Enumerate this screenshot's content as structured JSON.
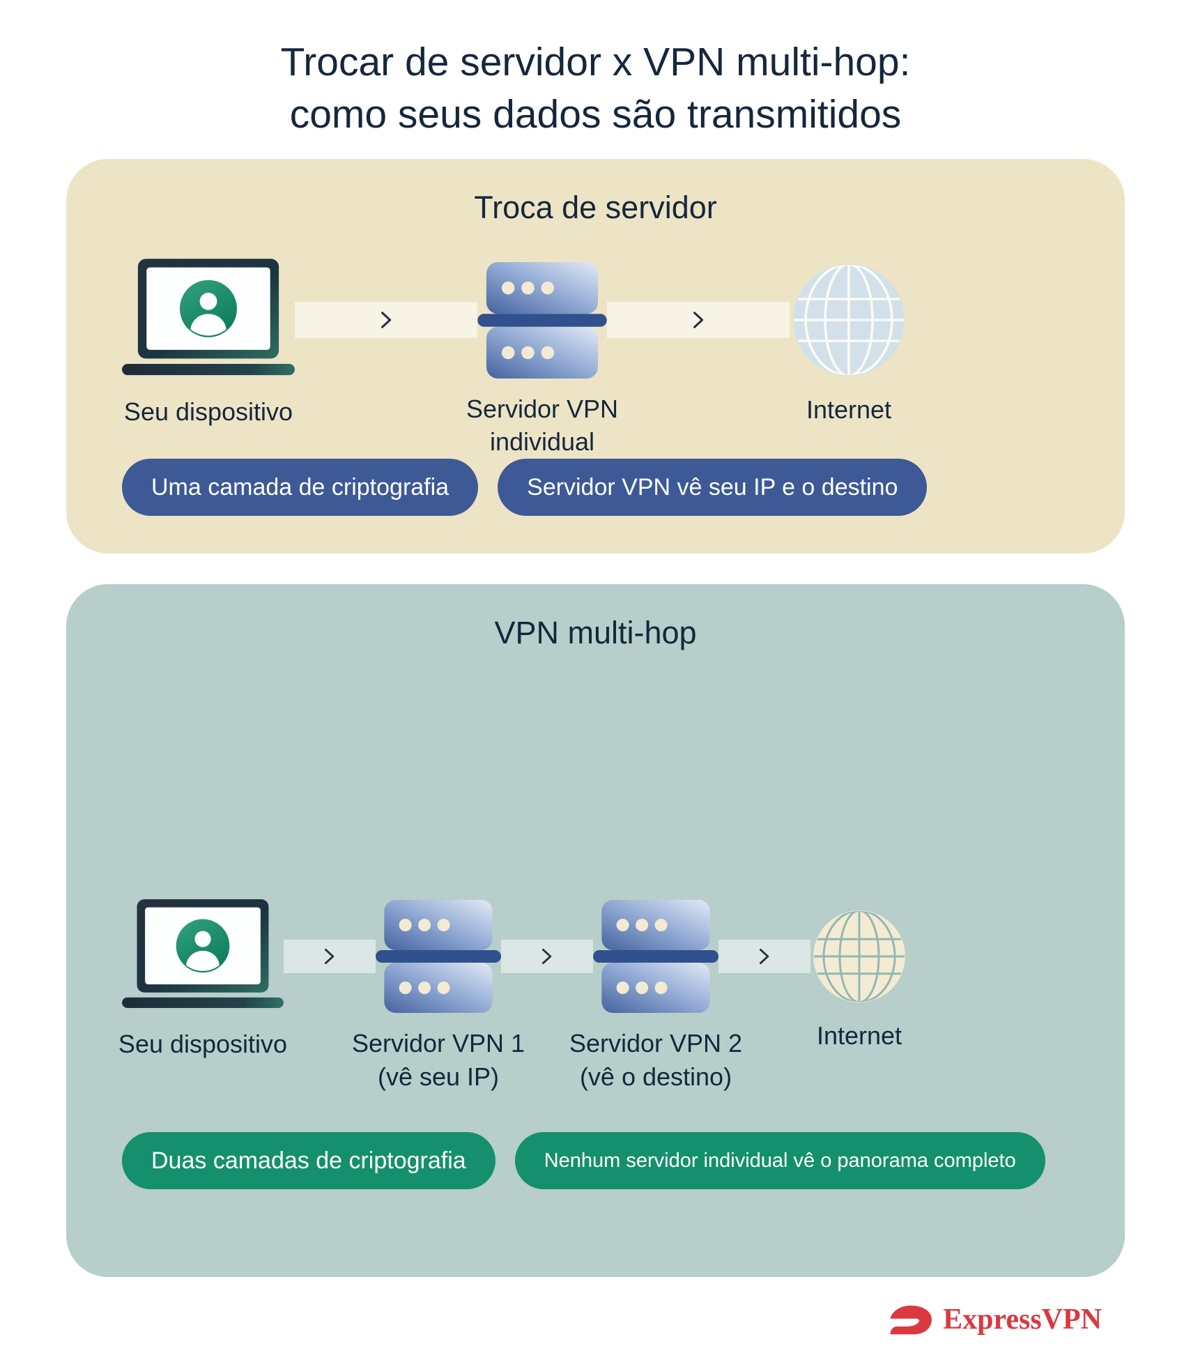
{
  "title": {
    "line1": "Trocar de servidor x VPN multi-hop:",
    "line2": "como seus dados são transmitidos"
  },
  "server_switch_panel": {
    "title": "Troca de servidor",
    "device_label": "Seu dispositivo",
    "server_label_line1": "Servidor VPN",
    "server_label_line2": "individual",
    "internet_label": "Internet",
    "pill_encryption": "Uma camada de criptografia",
    "pill_visibility": "Servidor VPN vê seu IP e o destino"
  },
  "multihop_panel": {
    "title": "VPN multi-hop",
    "device_label": "Seu dispositivo",
    "server1_label_line1": "Servidor VPN 1",
    "server1_label_line2": "(vê seu IP)",
    "server2_label_line1": "Servidor VPN 2",
    "server2_label_line2": "(vê o destino)",
    "internet_label": "Internet",
    "pill_encryption": "Duas camadas de criptografia",
    "pill_visibility": "Nenhum servidor individual vê o panorama completo"
  },
  "footer": {
    "brand": "ExpressVPN"
  },
  "icons": {
    "device": "laptop-icon",
    "user": "user-avatar-icon",
    "server": "vpn-server-icon",
    "internet": "internet-globe-icon",
    "arrow_glyph": "›",
    "brand_mark": "expressvpn-icon"
  },
  "colors": {
    "title_navy": "#15273c",
    "panel_beige": "#ede4c6",
    "panel_teal": "#b7ceca",
    "pill_blue": "#3d5a96",
    "pill_green": "#15906c",
    "brand_red": "#da3940",
    "server_band_blue": "#30508e",
    "avatar_green": "#18866a",
    "globe_top_fill": "#d2e0ea",
    "globe_bottom_fill": "#f3ebd3"
  }
}
